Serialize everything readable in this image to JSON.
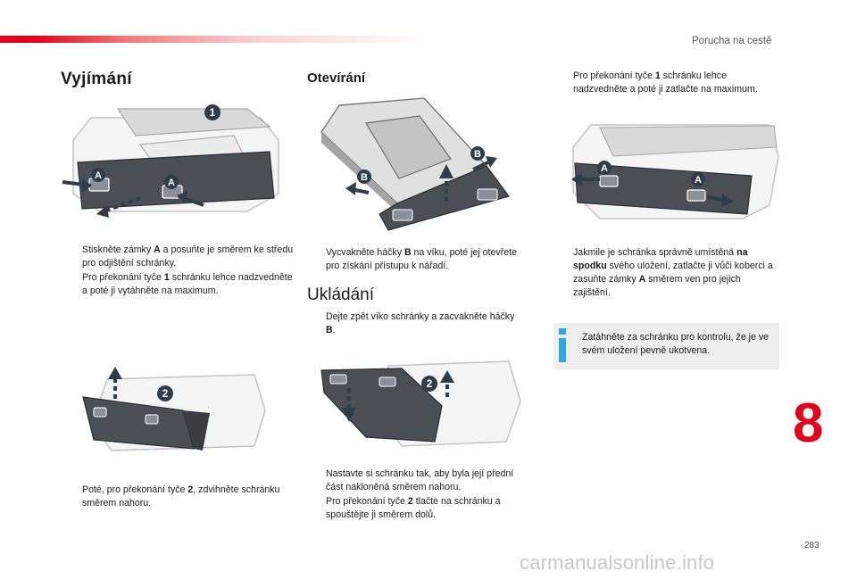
{
  "header": {
    "section": "Porucha na cestě"
  },
  "col1": {
    "title": "Vyjímání",
    "bullets1": [
      {
        "parts": [
          {
            "t": "Stiskněte zámky "
          },
          {
            "t": "A",
            "b": true
          },
          {
            "t": " a posuňte je směrem ke středu pro odjištění schránky."
          }
        ]
      },
      {
        "parts": [
          {
            "t": "Pro překonání tyče "
          },
          {
            "t": "1",
            "b": true
          },
          {
            "t": " schránku lehce nadzvedněte a poté ji vytáhněte na maximum."
          }
        ]
      }
    ],
    "bullets2": [
      {
        "parts": [
          {
            "t": "Poté, pro překonání tyče "
          },
          {
            "t": "2",
            "b": true
          },
          {
            "t": ", zdvihněte schránku směrem nahoru."
          }
        ]
      }
    ]
  },
  "col2": {
    "title": "Otevírání",
    "bullets1": [
      {
        "parts": [
          {
            "t": "Vycvakněte háčky "
          },
          {
            "t": "B",
            "b": true
          },
          {
            "t": " na víku, poté jej otevřete pro získání přístupu k nářadí."
          }
        ]
      }
    ],
    "title2": "Ukládání",
    "bullets2": [
      {
        "parts": [
          {
            "t": "Dejte zpět víko schránky a zacvakněte háčky "
          },
          {
            "t": "B",
            "b": true
          },
          {
            "t": "."
          }
        ]
      }
    ],
    "bullets3": [
      {
        "parts": [
          {
            "t": "Nastavte si schránku tak, aby byla její přední část nakloněná směrem nahoru."
          }
        ]
      },
      {
        "parts": [
          {
            "t": "Pro překonání tyče "
          },
          {
            "t": "2",
            "b": true
          },
          {
            "t": " tlačte na schránku a spouštějte ji směrem dolů."
          }
        ]
      }
    ]
  },
  "col3": {
    "bullets1": [
      {
        "parts": [
          {
            "t": "Pro překonání tyče "
          },
          {
            "t": "1",
            "b": true
          },
          {
            "t": " schránku lehce nadzvedněte a poté ji zatlačte na maximum."
          }
        ]
      }
    ],
    "bullets2": [
      {
        "parts": [
          {
            "t": "Jakmile je schránka správně umístěná "
          },
          {
            "t": "na spodku",
            "b": true
          },
          {
            "t": " svého uložení, zatlačte ji vůči koberci a zasuňte zámky "
          },
          {
            "t": "A",
            "b": true
          },
          {
            "t": " směrem ven pro jejich zajištění."
          }
        ]
      }
    ],
    "note": "Zatáhněte za schránku pro kontrolu, že je ve svém uložení pevně ukotvena."
  },
  "callouts": {
    "one": "1",
    "two": "2",
    "a": "A",
    "b": "B"
  },
  "bullet_mark": "",
  "chapter_number": "8",
  "page_number": "283",
  "watermark": "carmanualsonline.info",
  "colors": {
    "accent": "#e2001a",
    "note_bg": "#eeeeee",
    "info_icon": "#2fa8e0",
    "arrow": "#2f3d4a"
  }
}
